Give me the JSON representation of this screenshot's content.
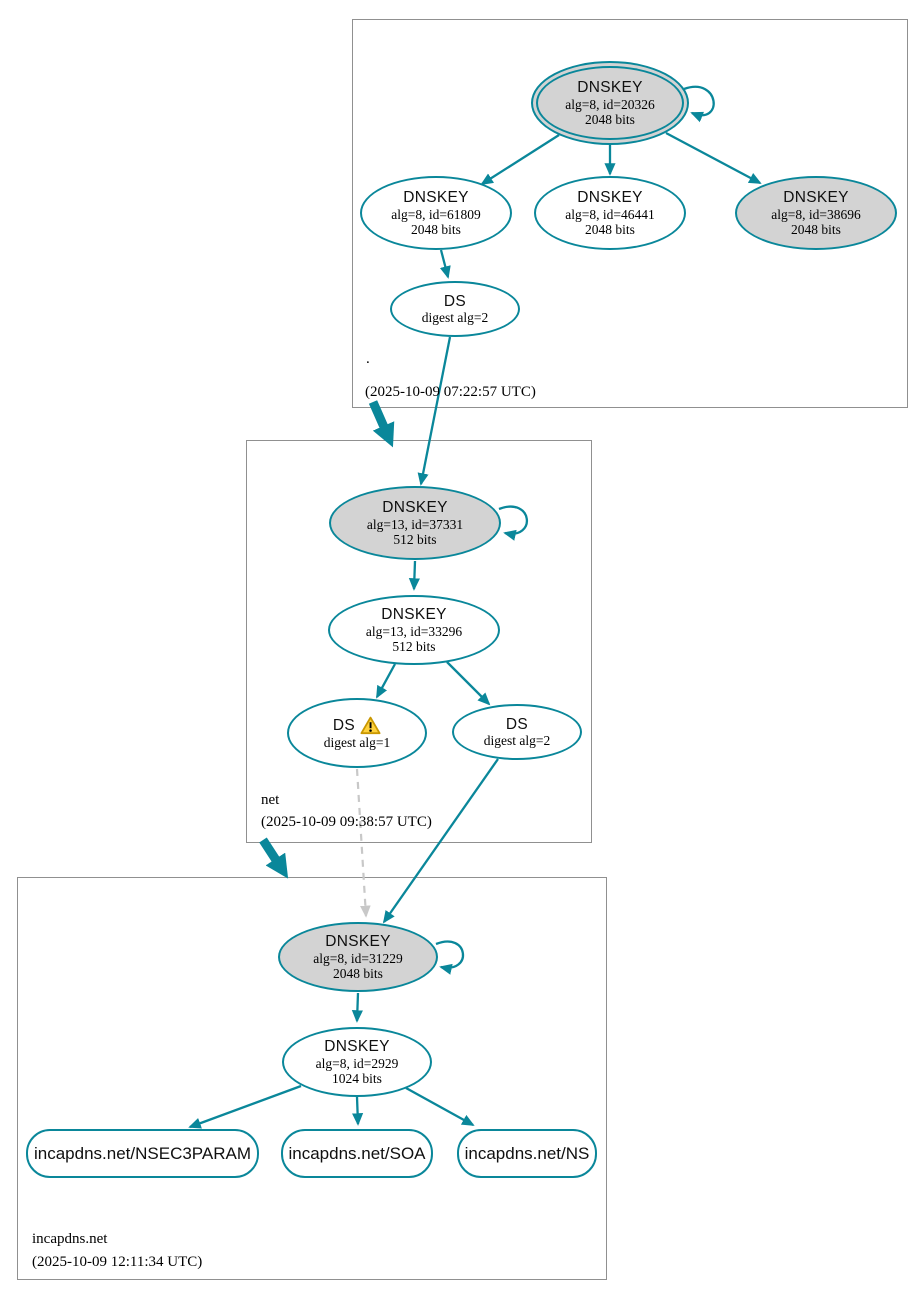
{
  "diagram": {
    "type": "dnssec-authentication-chain",
    "colors": {
      "edge": "#0a879a",
      "node_fill_signed": "#d3d3d3",
      "node_fill_plain": "#ffffff",
      "zone_border": "#909090",
      "insecure_edge": "#c8c8c8",
      "warning_fill": "#ffd23d",
      "warning_border": "#c99700"
    }
  },
  "zones": [
    {
      "name": ".",
      "timestamp": "(2025-10-09 07:22:57 UTC)",
      "nodes": {
        "ksk_20326": {
          "title": "DNSKEY",
          "detail": "alg=8, id=20326",
          "bits": "2048 bits"
        },
        "dnskey_61809": {
          "title": "DNSKEY",
          "detail": "alg=8, id=61809",
          "bits": "2048 bits"
        },
        "dnskey_46441": {
          "title": "DNSKEY",
          "detail": "alg=8, id=46441",
          "bits": "2048 bits"
        },
        "dnskey_38696": {
          "title": "DNSKEY",
          "detail": "alg=8, id=38696",
          "bits": "2048 bits"
        },
        "ds": {
          "title": "DS",
          "detail": "digest alg=2"
        }
      }
    },
    {
      "name": "net",
      "timestamp": "(2025-10-09 09:38:57 UTC)",
      "nodes": {
        "ksk_37331": {
          "title": "DNSKEY",
          "detail": "alg=13, id=37331",
          "bits": "512 bits"
        },
        "dnskey_33296": {
          "title": "DNSKEY",
          "detail": "alg=13, id=33296",
          "bits": "512 bits"
        },
        "ds_alg1": {
          "title": "DS",
          "detail": "digest alg=1",
          "warning": "true"
        },
        "ds_alg2": {
          "title": "DS",
          "detail": "digest alg=2"
        }
      }
    },
    {
      "name": "incapdns.net",
      "timestamp": "(2025-10-09 12:11:34 UTC)",
      "nodes": {
        "ksk_31229": {
          "title": "DNSKEY",
          "detail": "alg=8, id=31229",
          "bits": "2048 bits"
        },
        "dnskey_2929": {
          "title": "DNSKEY",
          "detail": "alg=8, id=2929",
          "bits": "1024 bits"
        },
        "rrsets": [
          {
            "label": "incapdns.net/NSEC3PARAM"
          },
          {
            "label": "incapdns.net/SOA"
          },
          {
            "label": "incapdns.net/NS"
          }
        ]
      }
    }
  ]
}
